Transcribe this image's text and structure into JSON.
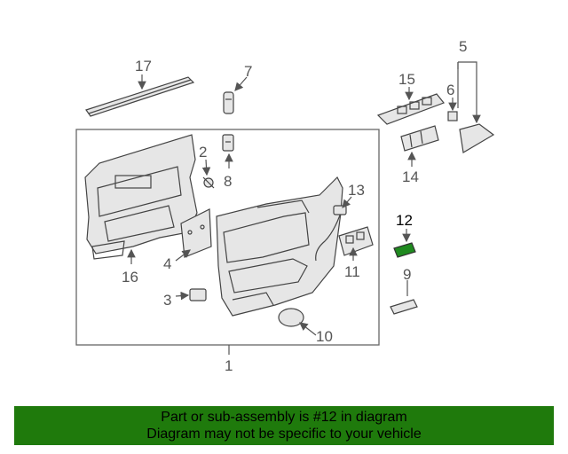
{
  "callouts": {
    "c1": "1",
    "c2": "2",
    "c3": "3",
    "c4": "4",
    "c5": "5",
    "c6": "6",
    "c7": "7",
    "c8": "8",
    "c9": "9",
    "c10": "10",
    "c11": "11",
    "c12": "12",
    "c13": "13",
    "c14": "14",
    "c15": "15",
    "c16": "16",
    "c17": "17"
  },
  "highlight": {
    "part_number": "12",
    "color": "#1f8a1f"
  },
  "banner": {
    "line1": "Part or sub-assembly is #12 in diagram",
    "line2": "Diagram may not be specific to your vehicle",
    "background": "#1f7a0c"
  }
}
